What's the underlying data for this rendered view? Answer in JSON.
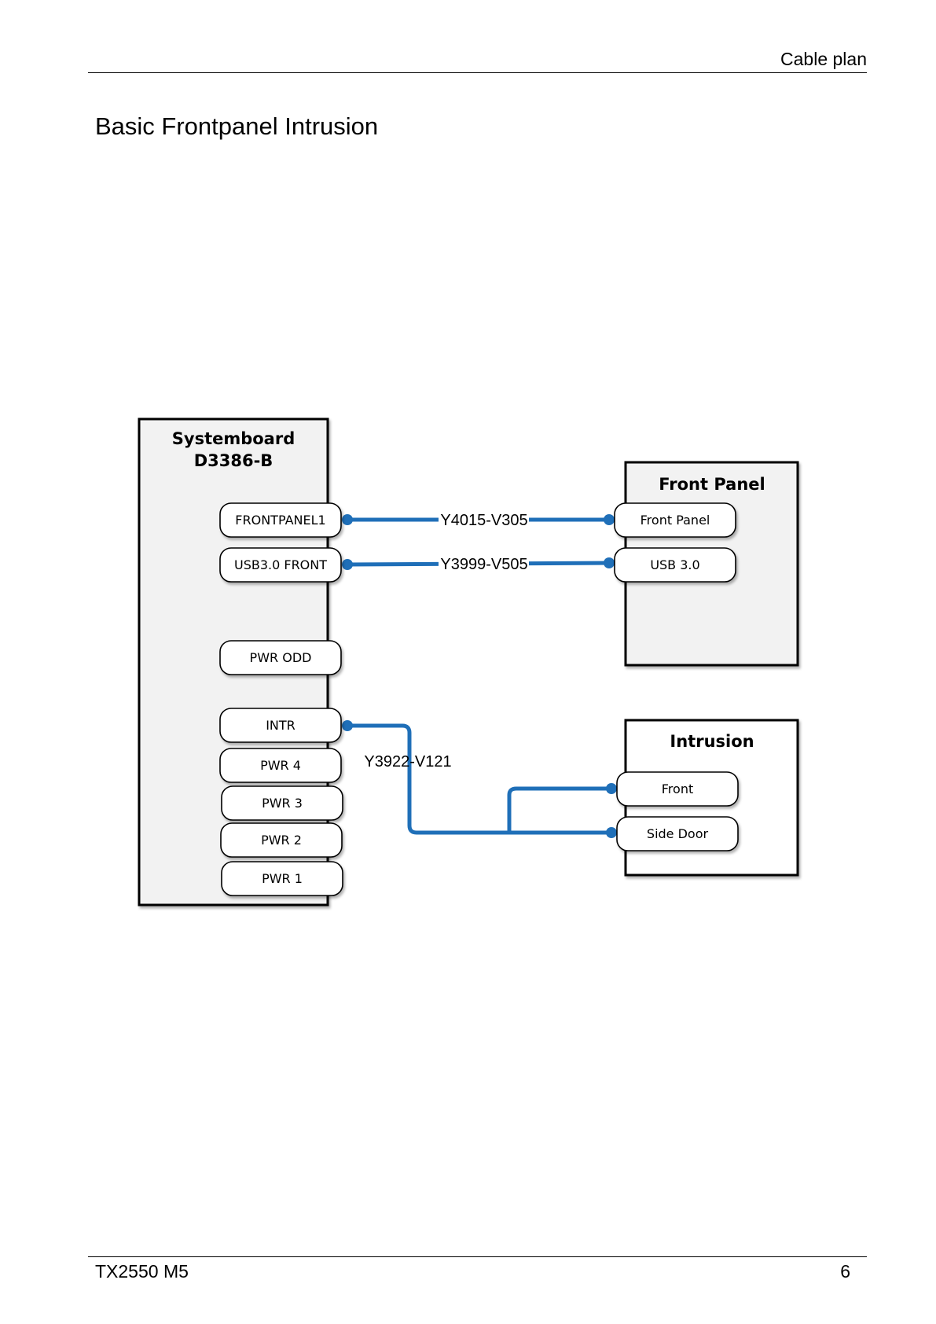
{
  "header": {
    "section": "Cable plan"
  },
  "page_title": "Basic Frontpanel Intrusion",
  "diagram": {
    "systemboard": {
      "title_line1": "Systemboard",
      "title_line2": "D3386-B",
      "connectors": [
        "FRONTPANEL1",
        "USB3.0 FRONT",
        "PWR ODD",
        "INTR",
        "PWR 4",
        "PWR 3",
        "PWR 2",
        "PWR 1"
      ]
    },
    "front_panel": {
      "title": "Front Panel",
      "connectors": [
        "Front Panel",
        "USB 3.0"
      ]
    },
    "intrusion": {
      "title": "Intrusion",
      "connectors": [
        "Front",
        "Side Door"
      ]
    },
    "cables": [
      {
        "label": "Y4015-V305",
        "from": "FRONTPANEL1",
        "to": "Front Panel"
      },
      {
        "label": "Y3999-V505",
        "from": "USB3.0 FRONT",
        "to": "USB 3.0"
      },
      {
        "label": "Y3922-V121",
        "from": "INTR",
        "to": [
          "Front",
          "Side Door"
        ]
      }
    ],
    "cable_color": "#1f6fb8"
  },
  "footer": {
    "model": "TX2550 M5",
    "page_number": "6"
  }
}
